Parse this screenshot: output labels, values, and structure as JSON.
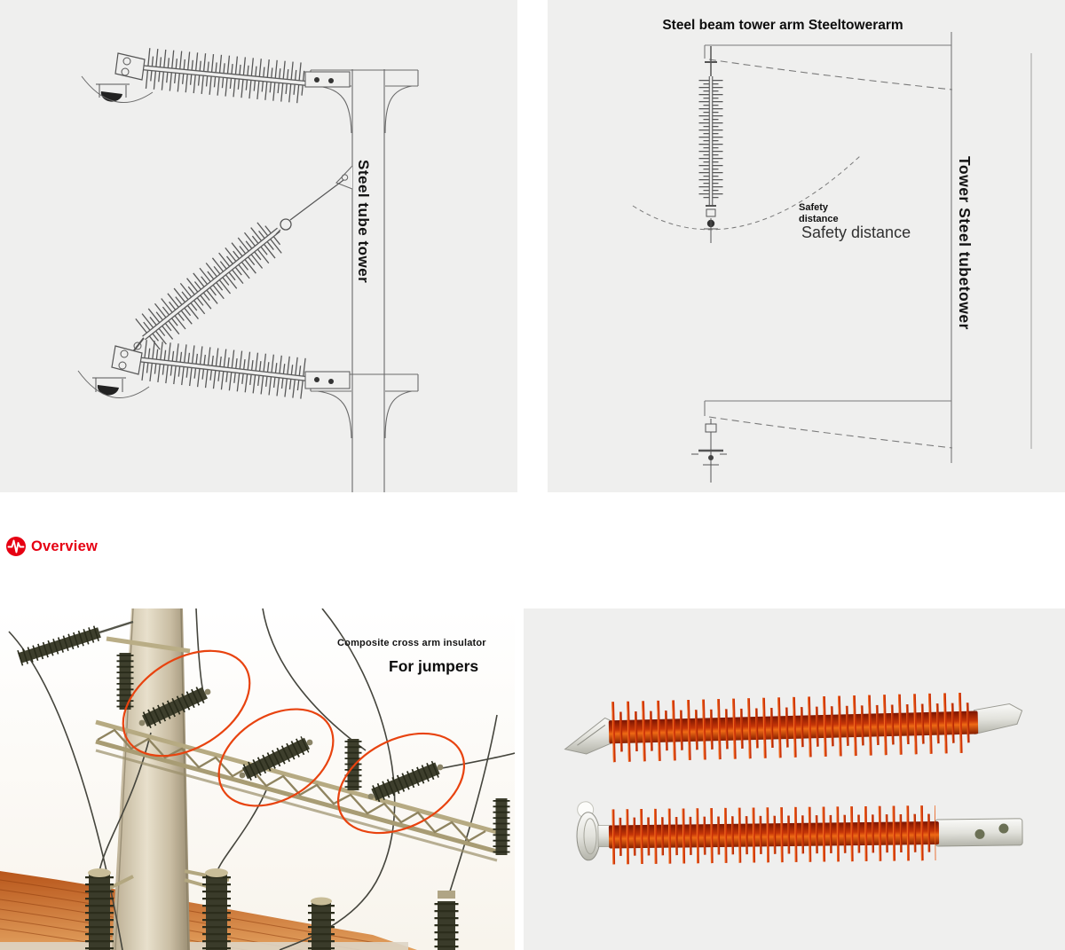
{
  "colors": {
    "panel_background": "#efefee",
    "overview_red": "#e60012",
    "highlight_ellipse_orange": "#e8430f",
    "insulator_red": "#d5380c",
    "line_art_gray": "#666666"
  },
  "top_left_panel": {
    "tower_label": "Steel tube tower"
  },
  "top_right_panel": {
    "title": "Steel beam tower arm Steeltowerarm",
    "safety_label_small_line1": "Safety",
    "safety_label_small_line2": "distance",
    "safety_label_large": "Safety distance",
    "tower_label": "Tower Steel tubetower"
  },
  "overview_section": {
    "icon": "pulse-icon",
    "label": "Overview"
  },
  "installation_photo": {
    "caption_small": "Composite cross arm insulator",
    "caption_large": "For jumpers"
  }
}
